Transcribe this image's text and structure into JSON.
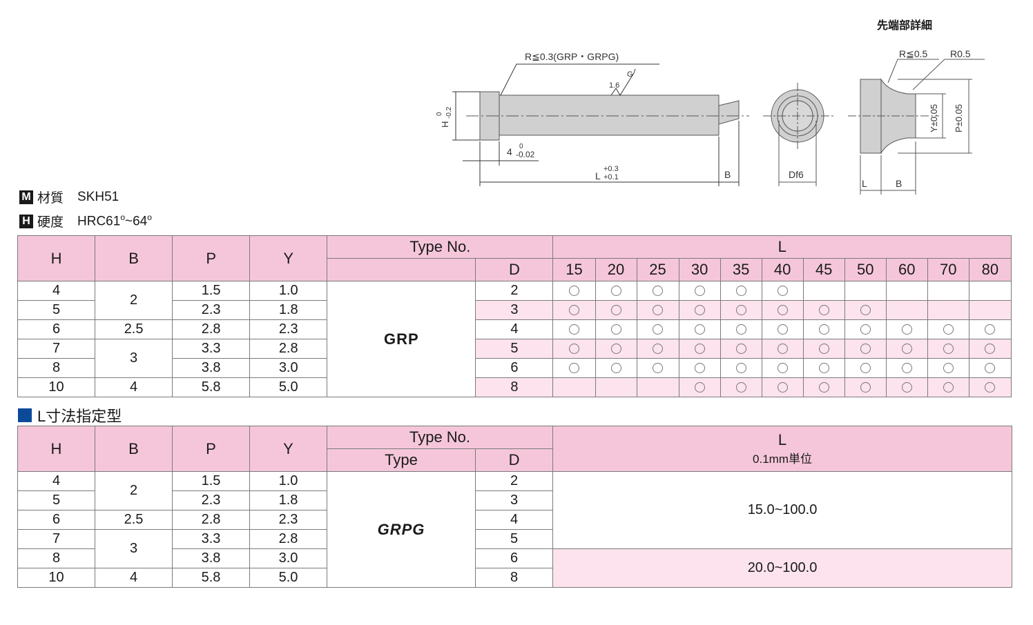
{
  "drawing": {
    "tip_detail_title": "先端部詳細",
    "radius_note": "R≦0.3(GRP・GRPG)",
    "surface_g": "G",
    "surface_value": "1.6",
    "head_h_label": "H",
    "head_h_tol_upper": "0",
    "head_h_tol_lower": "-0.2",
    "head_thick_label": "4",
    "head_thick_tol_upper": "0",
    "head_thick_tol_lower": "-0.02",
    "length_label": "L",
    "length_tol_upper": "+0.3",
    "length_tol_lower": "+0.1",
    "b_label": "B",
    "df6_label": "Df6",
    "tip_r_left": "R≦0.5",
    "tip_r_right": "R0.5",
    "tip_y_label": "Y±0.05",
    "tip_p_label": "P±0.05",
    "tip_l_label": "L",
    "tip_b_label": "B"
  },
  "specs": {
    "material": {
      "badge": "M",
      "label": "材質",
      "value": "SKH51"
    },
    "hardness": {
      "badge": "H",
      "label": "硬度",
      "value_prefix": "HRC61",
      "deg1": "o",
      "mid": "~64",
      "deg2": "o"
    }
  },
  "table1": {
    "headers": {
      "h": "H",
      "b": "B",
      "p": "P",
      "y": "Y",
      "type_no": "Type  No.",
      "d": "D",
      "l": "L"
    },
    "l_values": [
      "15",
      "20",
      "25",
      "30",
      "35",
      "40",
      "45",
      "50",
      "60",
      "70",
      "80"
    ],
    "type_name": "GRP",
    "rows": [
      {
        "h": "4",
        "b": "2",
        "p": "1.5",
        "y": "1.0",
        "d": "2",
        "avail": [
          1,
          1,
          1,
          1,
          1,
          1,
          0,
          0,
          0,
          0,
          0
        ]
      },
      {
        "h": "5",
        "b": "",
        "p": "2.3",
        "y": "1.8",
        "d": "3",
        "avail": [
          1,
          1,
          1,
          1,
          1,
          1,
          1,
          1,
          0,
          0,
          0
        ]
      },
      {
        "h": "6",
        "b": "2.5",
        "p": "2.8",
        "y": "2.3",
        "d": "4",
        "avail": [
          1,
          1,
          1,
          1,
          1,
          1,
          1,
          1,
          1,
          1,
          1
        ]
      },
      {
        "h": "7",
        "b": "3",
        "p": "3.3",
        "y": "2.8",
        "d": "5",
        "avail": [
          1,
          1,
          1,
          1,
          1,
          1,
          1,
          1,
          1,
          1,
          1
        ]
      },
      {
        "h": "8",
        "b": "",
        "p": "3.8",
        "y": "3.0",
        "d": "6",
        "avail": [
          1,
          1,
          1,
          1,
          1,
          1,
          1,
          1,
          1,
          1,
          1
        ]
      },
      {
        "h": "10",
        "b": "4",
        "p": "5.8",
        "y": "5.0",
        "d": "8",
        "avail": [
          0,
          0,
          0,
          1,
          1,
          1,
          1,
          1,
          1,
          1,
          1
        ]
      }
    ]
  },
  "section_title": "L寸法指定型",
  "table2": {
    "headers": {
      "h": "H",
      "b": "B",
      "p": "P",
      "y": "Y",
      "type_no": "Type  No.",
      "type": "Type",
      "d": "D",
      "l": "L",
      "l_unit": "0.1mm単位"
    },
    "type_name": "GRPG",
    "rows": [
      {
        "h": "4",
        "b": "2",
        "p": "1.5",
        "y": "1.0",
        "d": "2"
      },
      {
        "h": "5",
        "b": "",
        "p": "2.3",
        "y": "1.8",
        "d": "3"
      },
      {
        "h": "6",
        "b": "2.5",
        "p": "2.8",
        "y": "2.3",
        "d": "4"
      },
      {
        "h": "7",
        "b": "3",
        "p": "3.3",
        "y": "2.8",
        "d": "5"
      },
      {
        "h": "8",
        "b": "",
        "p": "3.8",
        "y": "3.0",
        "d": "6"
      },
      {
        "h": "10",
        "b": "4",
        "p": "5.8",
        "y": "5.0",
        "d": "8"
      }
    ],
    "range_1": "15.0~100.0",
    "range_2": "20.0~100.0"
  },
  "colors": {
    "header_pink": "#f5c6d9",
    "row_pink": "#fce3ee",
    "accent_blue": "#0b4a99"
  }
}
